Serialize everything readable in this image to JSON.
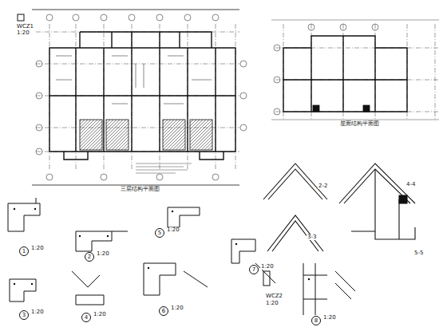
{
  "diagram": {
    "nodes": [
      {
        "text": [
          "1"
        ]
      },
      {
        "text": [
          "2"
        ]
      },
      {
        "text": [
          "3"
        ]
      },
      {
        "text": [
          "4"
        ]
      },
      {
        "text": [
          "5"
        ]
      },
      {
        "text": [
          "6"
        ]
      },
      {
        "text": [
          "7"
        ]
      },
      {
        "text": [
          "8"
        ]
      }
    ],
    "labels": [
      "WCZ1",
      "1:20",
      "2-2",
      "3-3",
      "4-4",
      "5-5",
      "WCZ2",
      "1:20",
      "1:20",
      "1:20",
      "1:20",
      "1:20",
      "1:20",
      "1:20",
      "1:20",
      "1:20",
      "三层结构平面图",
      "屋面结构平面图"
    ]
  }
}
